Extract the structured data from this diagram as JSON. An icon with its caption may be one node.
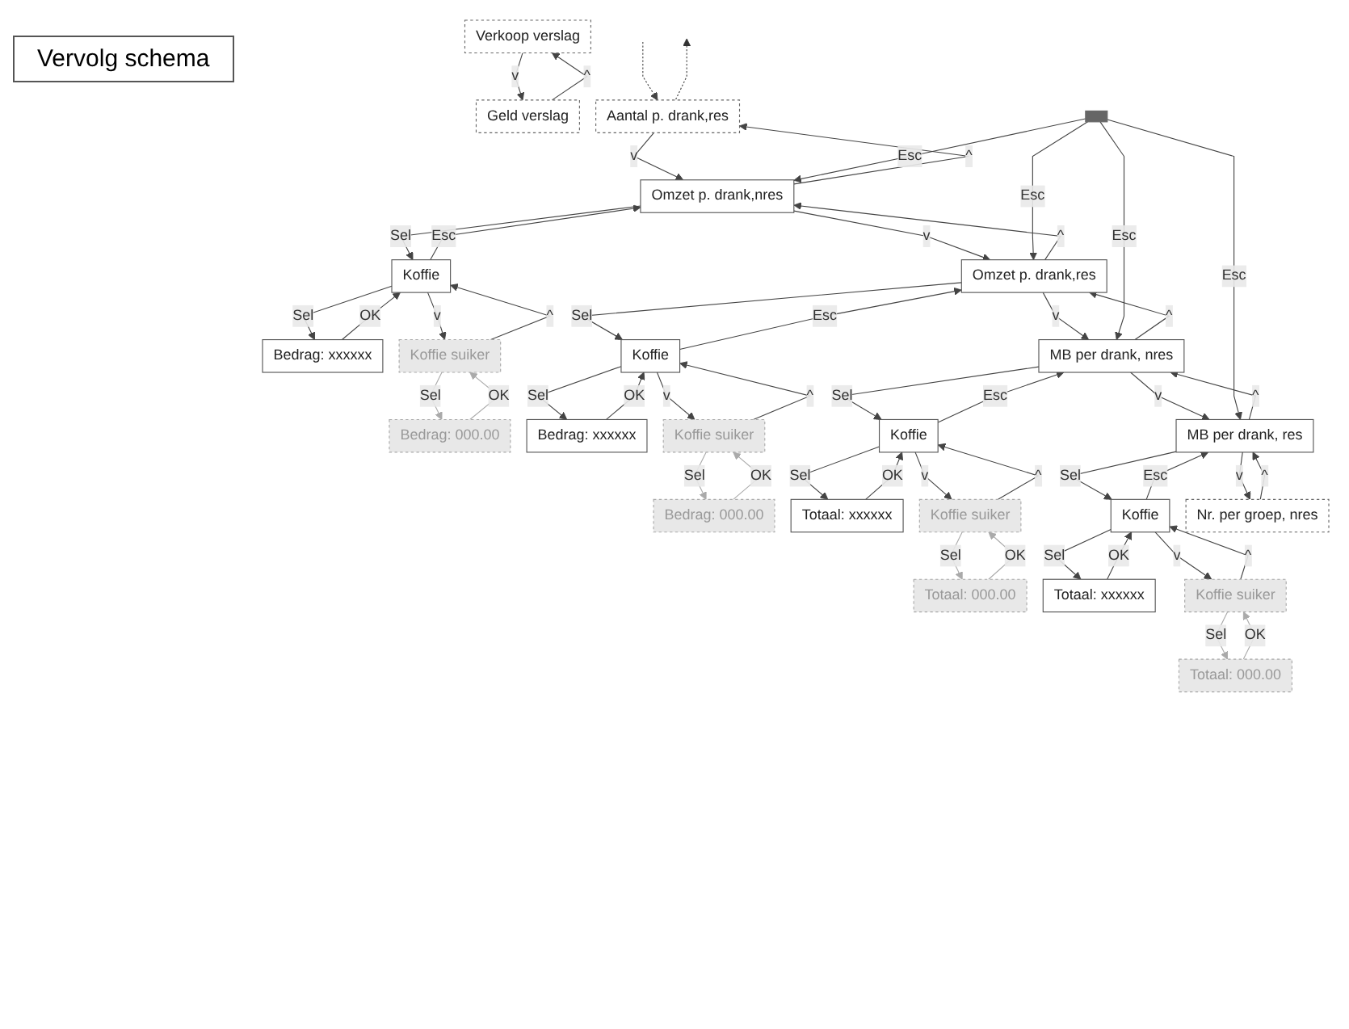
{
  "diagram": {
    "title": "Vervolg schema",
    "nodes": [
      {
        "text": [
          "Verkoop verslag"
        ]
      },
      {
        "text": [
          "Geld verslag"
        ]
      },
      {
        "text": [
          "Aantal p. drank,res"
        ]
      },
      {
        "text": [
          "Omzet p. drank,nres"
        ]
      },
      {
        "text": [
          "Koffie"
        ]
      },
      {
        "text": [
          "Bedrag: xxxxxx"
        ]
      },
      {
        "text": [
          "Koffie suiker"
        ]
      },
      {
        "text": [
          "Bedrag: 000.00"
        ]
      },
      {
        "text": [
          "Omzet p. drank,res"
        ]
      },
      {
        "text": [
          "Koffie"
        ]
      },
      {
        "text": [
          "Bedrag: xxxxxx"
        ]
      },
      {
        "text": [
          "Koffie suiker"
        ]
      },
      {
        "text": [
          "Bedrag: 000.00"
        ]
      },
      {
        "text": [
          "MB per drank, nres"
        ]
      },
      {
        "text": [
          "Koffie"
        ]
      },
      {
        "text": [
          "Totaal: xxxxxx"
        ]
      },
      {
        "text": [
          "Koffie suiker"
        ]
      },
      {
        "text": [
          "Totaal: 000.00"
        ]
      },
      {
        "text": [
          "MB per drank, res"
        ]
      },
      {
        "text": [
          "Koffie"
        ]
      },
      {
        "text": [
          "Totaal: xxxxxx"
        ]
      },
      {
        "text": [
          "Koffie suiker"
        ]
      },
      {
        "text": [
          "Totaal: 000.00"
        ]
      },
      {
        "text": [
          "Nr. per groep, nres"
        ]
      },
      {
        "text": [],
        "shape": "bar"
      }
    ],
    "edges": [
      {
        "from": 0,
        "to": 1,
        "label": "v",
        "arrow": "to"
      },
      {
        "from": 1,
        "to": 0,
        "label": "^",
        "arrow": "to"
      },
      {
        "from": null,
        "to": 2,
        "arrow": "to",
        "style": "dashed"
      },
      {
        "from": 2,
        "to": null,
        "arrow": "to",
        "style": "dashed"
      },
      {
        "from": 2,
        "to": 3,
        "label": "v",
        "arrow": "to"
      },
      {
        "from": 3,
        "to": 2,
        "label": "^",
        "arrow": "to"
      },
      {
        "from": 3,
        "to": 4,
        "label": "Sel",
        "arrow": "to"
      },
      {
        "from": 4,
        "to": 3,
        "label": "Esc",
        "arrow": "to"
      },
      {
        "from": 4,
        "to": 5,
        "label": "Sel",
        "arrow": "to"
      },
      {
        "from": 5,
        "to": 4,
        "label": "OK",
        "arrow": "to"
      },
      {
        "from": 4,
        "to": 6,
        "label": "v",
        "arrow": "to"
      },
      {
        "from": 6,
        "to": 4,
        "label": "^",
        "arrow": "to"
      },
      {
        "from": 6,
        "to": 7,
        "label": "Sel",
        "arrow": "to",
        "color": "#aaaaaa"
      },
      {
        "from": 7,
        "to": 6,
        "label": "OK",
        "arrow": "to",
        "color": "#aaaaaa"
      },
      {
        "from": 24,
        "to": 3,
        "label": "Esc",
        "arrow": "to"
      },
      {
        "from": 3,
        "to": 8,
        "label": "v",
        "arrow": "to"
      },
      {
        "from": 8,
        "to": 3,
        "label": "^",
        "arrow": "to"
      },
      {
        "from": 8,
        "to": 9,
        "label": "Sel",
        "arrow": "to"
      },
      {
        "from": 9,
        "to": 8,
        "label": "Esc",
        "arrow": "to"
      },
      {
        "from": 9,
        "to": 10,
        "label": "Sel",
        "arrow": "to"
      },
      {
        "from": 10,
        "to": 9,
        "label": "OK",
        "arrow": "to"
      },
      {
        "from": 9,
        "to": 11,
        "label": "v",
        "arrow": "to"
      },
      {
        "from": 11,
        "to": 9,
        "label": "^",
        "arrow": "to"
      },
      {
        "from": 11,
        "to": 12,
        "label": "Sel",
        "arrow": "to",
        "color": "#aaaaaa"
      },
      {
        "from": 12,
        "to": 11,
        "label": "OK",
        "arrow": "to",
        "color": "#aaaaaa"
      },
      {
        "from": 24,
        "to": 8,
        "label": "Esc",
        "arrow": "to"
      },
      {
        "from": 8,
        "to": 13,
        "label": "v",
        "arrow": "to"
      },
      {
        "from": 13,
        "to": 8,
        "label": "^",
        "arrow": "to"
      },
      {
        "from": 13,
        "to": 14,
        "label": "Sel",
        "arrow": "to"
      },
      {
        "from": 14,
        "to": 13,
        "label": "Esc",
        "arrow": "to"
      },
      {
        "from": 14,
        "to": 15,
        "label": "Sel",
        "arrow": "to"
      },
      {
        "from": 15,
        "to": 14,
        "label": "OK",
        "arrow": "to"
      },
      {
        "from": 14,
        "to": 16,
        "label": "v",
        "arrow": "to"
      },
      {
        "from": 16,
        "to": 14,
        "label": "^",
        "arrow": "to"
      },
      {
        "from": 16,
        "to": 17,
        "label": "Sel",
        "arrow": "to",
        "color": "#aaaaaa"
      },
      {
        "from": 17,
        "to": 16,
        "label": "OK",
        "arrow": "to",
        "color": "#aaaaaa"
      },
      {
        "from": 24,
        "to": 13,
        "label": "Esc",
        "arrow": "to"
      },
      {
        "from": 13,
        "to": 18,
        "label": "v",
        "arrow": "to"
      },
      {
        "from": 18,
        "to": 13,
        "label": "^",
        "arrow": "to"
      },
      {
        "from": 18,
        "to": 19,
        "label": "Sel",
        "arrow": "to"
      },
      {
        "from": 19,
        "to": 18,
        "label": "Esc",
        "arrow": "to"
      },
      {
        "from": 19,
        "to": 20,
        "label": "Sel",
        "arrow": "to"
      },
      {
        "from": 20,
        "to": 19,
        "label": "OK",
        "arrow": "to"
      },
      {
        "from": 19,
        "to": 21,
        "label": "v",
        "arrow": "to"
      },
      {
        "from": 21,
        "to": 19,
        "label": "^",
        "arrow": "to"
      },
      {
        "from": 21,
        "to": 22,
        "label": "Sel",
        "arrow": "to",
        "color": "#aaaaaa"
      },
      {
        "from": 22,
        "to": 21,
        "label": "OK",
        "arrow": "to",
        "color": "#aaaaaa"
      },
      {
        "from": 24,
        "to": 18,
        "label": "Esc",
        "arrow": "to"
      },
      {
        "from": 18,
        "to": 23,
        "label": "v",
        "arrow": "to"
      },
      {
        "from": 23,
        "to": 18,
        "label": "^",
        "arrow": "to"
      }
    ]
  }
}
